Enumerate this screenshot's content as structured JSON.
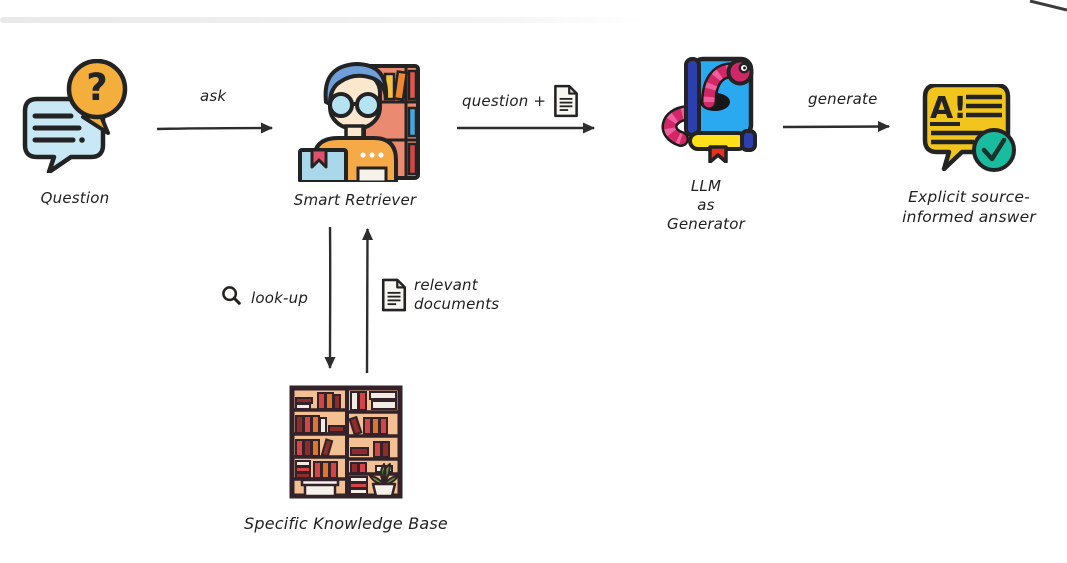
{
  "nodes": {
    "question": {
      "label": "Question",
      "icon": "chat-question-icon"
    },
    "smart_retriever": {
      "label": "Smart Retriever",
      "icon": "librarian-bookshelf-icon"
    },
    "llm": {
      "label_lines": [
        "LLM",
        "as",
        "Generator"
      ],
      "icon": "bookworm-book-icon"
    },
    "answer": {
      "label_lines": [
        "Explicit source-",
        "informed answer"
      ],
      "icon": "ai-chat-check-icon"
    },
    "knowledge_base": {
      "label": "Specific Knowledge Base",
      "icon": "bookshelf-icon"
    }
  },
  "edges": {
    "ask": {
      "label": "ask"
    },
    "question_doc": {
      "label": "question +",
      "icon": "document-icon"
    },
    "generate": {
      "label": "generate"
    },
    "look_up": {
      "label": "look-up",
      "icon": "magnifier-icon"
    },
    "relevant_docs": {
      "label_lines": [
        "relevant",
        "documents"
      ],
      "icon": "document-icon"
    }
  },
  "colors": {
    "background": "#ffffff",
    "outline": "#232323",
    "arrow": "#2d2d2d",
    "question_bubble": "#c9e8f5",
    "question_circle": "#f3ae3b",
    "retriever_hair": "#6e9fd8",
    "retriever_skin": "#fbe7cd",
    "retriever_glasses": "#b5e3f2",
    "retriever_shirt": "#f5a947",
    "retriever_shelf": "#ea8a70",
    "retriever_book": "#a8d8ea",
    "llm_book": "#2aa9f1",
    "llm_spine": "#2b3fae",
    "llm_pages": "#ffe01a",
    "llm_worm": "#d12766",
    "llm_worm_stripe": "#ef5f9e",
    "llm_bookmark": "#e8301f",
    "answer_bubble": "#f2c51d",
    "answer_check_circle": "#19bc9e",
    "kb_wood": "#f2c092",
    "kb_frame": "#33222a",
    "kb_book_darkred": "#8e2b2b",
    "kb_book_red": "#d64545",
    "kb_book_orange": "#e0762e",
    "kb_book_cream": "#f3ece4",
    "plant_green": "#5a9e33"
  }
}
